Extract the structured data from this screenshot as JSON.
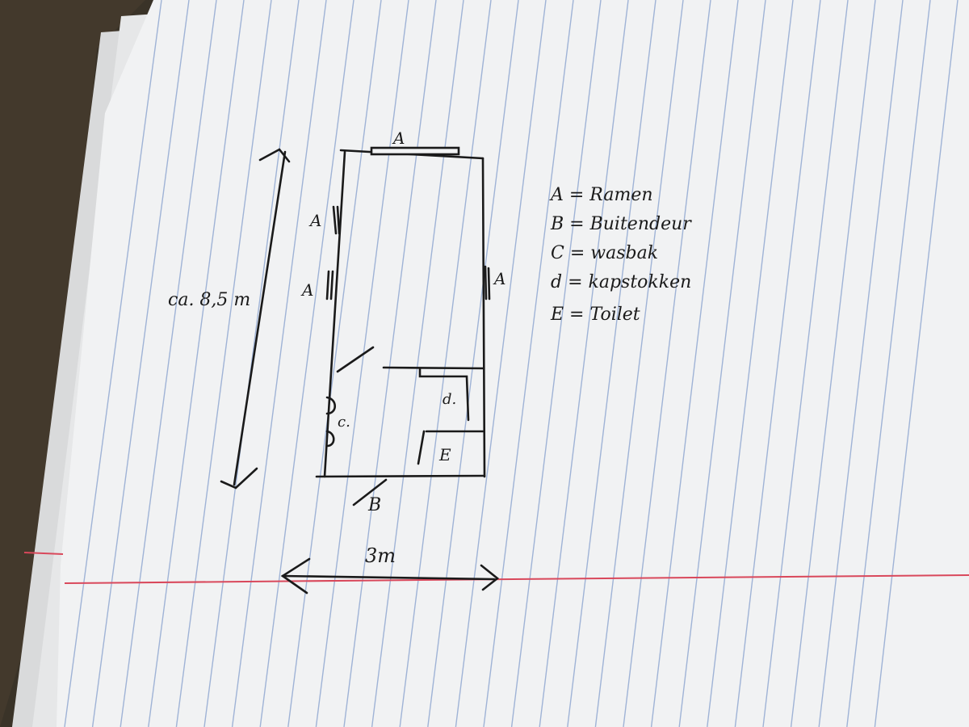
{
  "sketch": {
    "labels": {
      "window_top": "A",
      "window_left_upper": "A",
      "window_left_lower": "A",
      "window_right": "A",
      "door_outer": "B",
      "sink": "c.",
      "cupboard": "d.",
      "toilet": "E"
    },
    "dimensions": {
      "height": "ca. 8,5 m",
      "width": "3m"
    },
    "legend": [
      "A = Ramen",
      "B = Buitendeur",
      "C = wasbak",
      "d = kapstokken",
      "E = Toilet"
    ]
  },
  "colors": {
    "paper": "#f1f2f3",
    "rule_blue": "#9fb3d6",
    "margin_red": "#d9485b",
    "ink": "#1a1a1a",
    "background": "#3a3328"
  }
}
